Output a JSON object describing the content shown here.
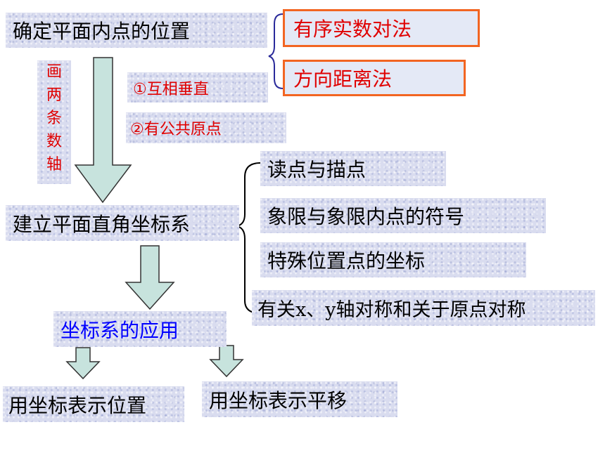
{
  "colors": {
    "orange_border": "#f26522",
    "red_text": "#e00000",
    "blue_text": "#0000ff",
    "arrow_fill": "#c7e3dd"
  },
  "left": {
    "locate": "确定平面内点的位置",
    "draw_axes": "画两条数轴",
    "system": "建立平面直角坐标系",
    "application": "坐标系的应用",
    "represent_position": "用坐标表示位置",
    "represent_translation": "用坐标表示平移"
  },
  "methods": [
    "有序实数对法",
    "方向距离法"
  ],
  "conditions": [
    "①互相垂直",
    "②有公共原点"
  ],
  "topics": [
    "读点与描点",
    "象限与象限内点的符号",
    "特殊位置点的坐标",
    "有关x、y轴对称和关于原点对称"
  ]
}
